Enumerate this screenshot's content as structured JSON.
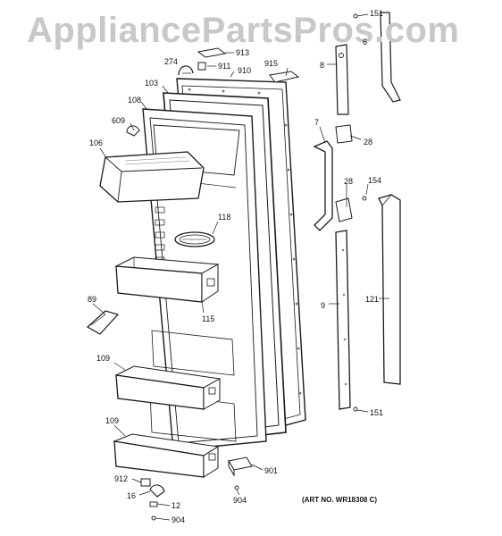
{
  "watermark": "AppliancePartsPros.com",
  "art_number": "(ART NO. WR18308 C)",
  "callouts": {
    "c151_top": "151",
    "c6": "6",
    "c8": "8",
    "c913": "913",
    "c274": "274",
    "c911": "911",
    "c910": "910",
    "c915": "915",
    "c103": "103",
    "c108": "108",
    "c609": "609",
    "c106": "106",
    "c7": "7",
    "c28_top": "28",
    "c28_mid": "28",
    "c154": "154",
    "c118": "118",
    "c89": "89",
    "c115": "115",
    "c9": "9",
    "c121": "121",
    "c109_top": "109",
    "c151_bot": "151",
    "c109_bot": "109",
    "c901": "901",
    "c912": "912",
    "c16": "16",
    "c12": "12",
    "c904_mid": "904",
    "c904_bot": "904"
  },
  "colors": {
    "line": "#1a1a1a",
    "fill": "#ffffff",
    "shade": "#e6e6e6",
    "watermark": "#c8c8c8"
  }
}
